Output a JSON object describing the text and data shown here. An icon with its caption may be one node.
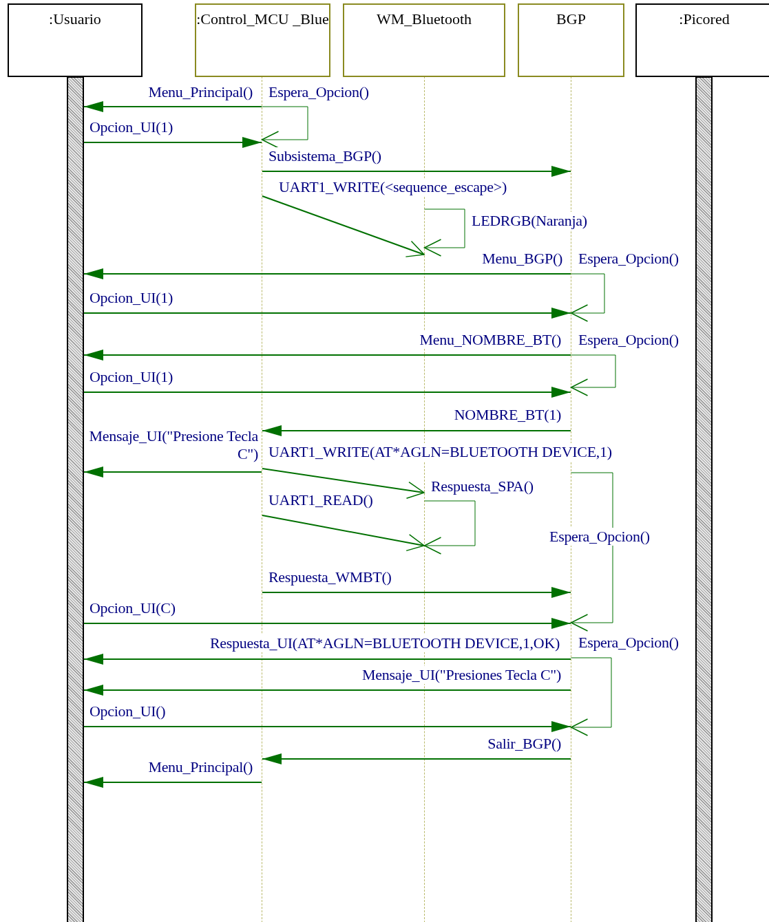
{
  "diagram": {
    "nodes": [
      {
        "text": [
          ":Usuario"
        ]
      },
      {
        "text": [
          ":Control_MCU _Blue"
        ]
      },
      {
        "text": [
          "WM_Bluetooth"
        ]
      },
      {
        "text": [
          "BGP"
        ]
      },
      {
        "text": [
          ":Picored"
        ]
      },
      {
        "text": [],
        "shape": "bar"
      },
      {
        "text": [],
        "shape": "line"
      },
      {
        "text": [],
        "shape": "line"
      },
      {
        "text": [],
        "shape": "line"
      },
      {
        "text": [],
        "shape": "bar"
      }
    ],
    "edges": [
      {
        "from": 6,
        "to": 5,
        "arrow": "to",
        "label": "Menu_Principal()"
      },
      {
        "from": 6,
        "to": 6,
        "arrow": "to",
        "label": "Espera_Opcion()"
      },
      {
        "from": 5,
        "to": 6,
        "arrow": "to",
        "label": "Opcion_UI(1)"
      },
      {
        "from": 6,
        "to": 8,
        "arrow": "to",
        "label": "Subsistema_BGP()"
      },
      {
        "from": 6,
        "to": 7,
        "arrow": "to",
        "label": "UART1_WRITE(<sequence_escape>)"
      },
      {
        "from": 7,
        "to": 7,
        "arrow": "to",
        "label": "LEDRGB(Naranja)"
      },
      {
        "from": 8,
        "to": 5,
        "arrow": "to",
        "label": "Menu_BGP()"
      },
      {
        "from": 8,
        "to": 8,
        "arrow": "to",
        "label": "Espera_Opcion()"
      },
      {
        "from": 5,
        "to": 8,
        "arrow": "to",
        "label": "Opcion_UI(1)"
      },
      {
        "from": 8,
        "to": 5,
        "arrow": "to",
        "label": "Menu_NOMBRE_BT()"
      },
      {
        "from": 8,
        "to": 8,
        "arrow": "to",
        "label": "Espera_Opcion()"
      },
      {
        "from": 5,
        "to": 8,
        "arrow": "to",
        "label": "Opcion_UI(1)"
      },
      {
        "from": 8,
        "to": 6,
        "arrow": "to",
        "label": "NOMBRE_BT(1)"
      },
      {
        "from": 6,
        "to": 5,
        "arrow": "to",
        "label": "Mensaje_UI(\"Presione Tecla C\")"
      },
      {
        "from": 6,
        "to": 7,
        "arrow": "to",
        "label": "UART1_WRITE(AT*AGLN=BLUETOOTH DEVICE,1)"
      },
      {
        "from": 7,
        "to": 7,
        "arrow": "to",
        "label": "Respuesta_SPA()"
      },
      {
        "from": 6,
        "to": 7,
        "arrow": "to",
        "label": "UART1_READ()"
      },
      {
        "from": 8,
        "to": 8,
        "arrow": "to",
        "label": "Espera_Opcion()"
      },
      {
        "from": 6,
        "to": 8,
        "arrow": "to",
        "label": "Respuesta_WMBT()"
      },
      {
        "from": 5,
        "to": 8,
        "arrow": "to",
        "label": "Opcion_UI(C)"
      },
      {
        "from": 8,
        "to": 5,
        "arrow": "to",
        "label": "Respuesta_UI(AT*AGLN=BLUETOOTH DEVICE,1,OK)"
      },
      {
        "from": 8,
        "to": 8,
        "arrow": "to",
        "label": "Espera_Opcion()"
      },
      {
        "from": 8,
        "to": 5,
        "arrow": "to",
        "label": "Mensaje_UI(\"Presiones Tecla C\")"
      },
      {
        "from": 5,
        "to": 8,
        "arrow": "to",
        "label": "Opcion_UI()"
      },
      {
        "from": 8,
        "to": 6,
        "arrow": "to",
        "label": "Salir_BGP()"
      },
      {
        "from": 6,
        "to": 5,
        "arrow": "to",
        "label": "Menu_Principal()"
      }
    ]
  }
}
